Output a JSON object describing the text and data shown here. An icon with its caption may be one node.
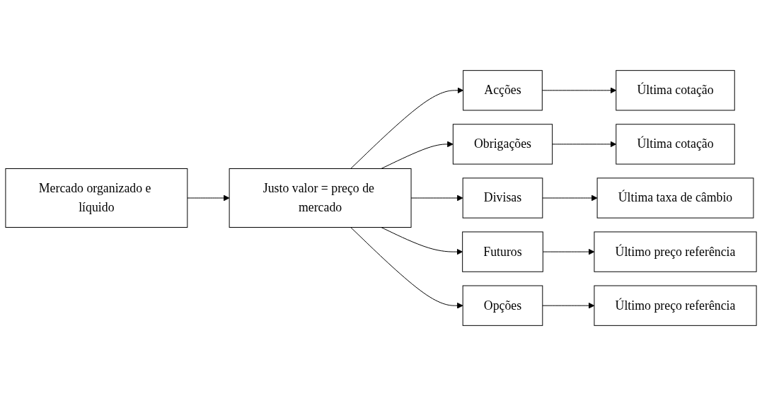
{
  "diagram": {
    "nodes": [
      {
        "text": [
          "Mercado organizado e líquido"
        ]
      },
      {
        "text": [
          "Justo valor = preço de mercado"
        ]
      },
      {
        "text": [
          "Acções"
        ]
      },
      {
        "text": [
          "Última cotação"
        ]
      },
      {
        "text": [
          "Obrigações"
        ]
      },
      {
        "text": [
          "Última cotação"
        ]
      },
      {
        "text": [
          "Divisas"
        ]
      },
      {
        "text": [
          "Última taxa de câmbio"
        ]
      },
      {
        "text": [
          "Futuros"
        ]
      },
      {
        "text": [
          "Último preço referência"
        ]
      },
      {
        "text": [
          "Opções"
        ]
      },
      {
        "text": [
          "Último preço referência"
        ]
      }
    ],
    "edges": [
      {
        "from": 0,
        "to": 1,
        "arrow": "to"
      },
      {
        "from": 1,
        "to": 2,
        "arrow": "to"
      },
      {
        "from": 1,
        "to": 4,
        "arrow": "to"
      },
      {
        "from": 1,
        "to": 6,
        "arrow": "to"
      },
      {
        "from": 1,
        "to": 8,
        "arrow": "to"
      },
      {
        "from": 1,
        "to": 10,
        "arrow": "to"
      },
      {
        "from": 2,
        "to": 3,
        "arrow": "to"
      },
      {
        "from": 4,
        "to": 5,
        "arrow": "to"
      },
      {
        "from": 6,
        "to": 7,
        "arrow": "to"
      },
      {
        "from": 8,
        "to": 9,
        "arrow": "to"
      },
      {
        "from": 10,
        "to": 11,
        "arrow": "to"
      }
    ]
  }
}
